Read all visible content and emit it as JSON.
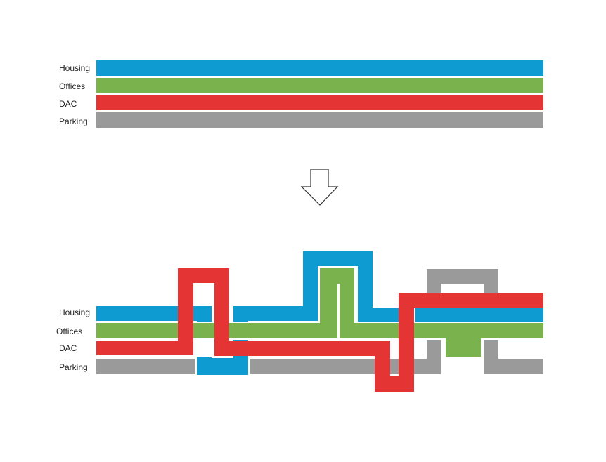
{
  "colors": {
    "housing": "#0e9bd1",
    "offices": "#7ab24e",
    "dac": "#e53434",
    "parking": "#9a9a9a",
    "arrow_stroke": "#333333",
    "arrow_fill": "#ffffff"
  },
  "top_labels": {
    "housing": "Housing",
    "offices": "Offices",
    "dac": "DAC",
    "parking": "Parking"
  },
  "bottom_labels": {
    "housing": "Housing",
    "offices": "Offices",
    "dac": "DAC",
    "parking": "Parking"
  },
  "arrow": {
    "icon": "down-arrow-icon"
  }
}
